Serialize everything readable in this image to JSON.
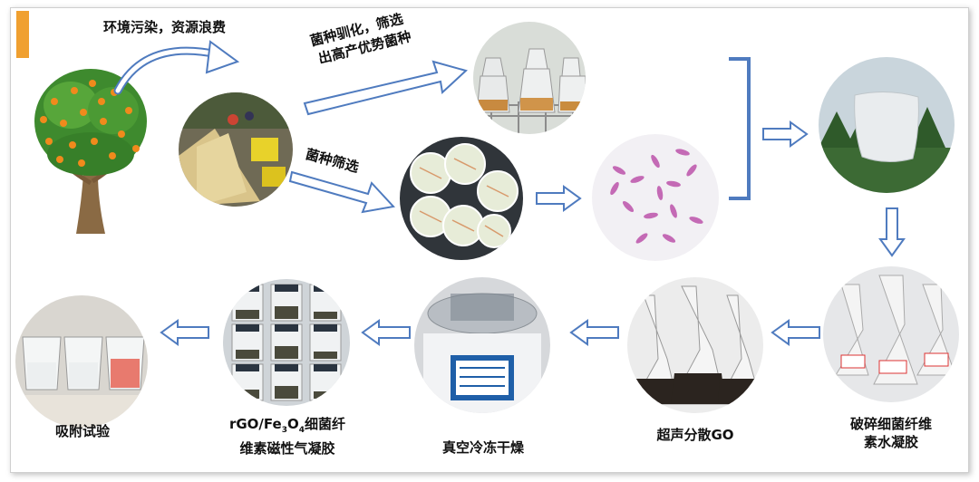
{
  "labels": {
    "pollution": "环境污染，资源浪费",
    "domestication_1": "菌种驯化，筛选",
    "domestication_2": "出高产优势菌种",
    "screening": "菌种筛选",
    "ultrasonic": "超声分散GO",
    "hydrogel_1": "破碎细菌纤维",
    "hydrogel_2": "素水凝胶",
    "freeze_drying": "真空冷冻干燥",
    "aerogel_rgo": "rGO/Fe",
    "aerogel_sub3": "3",
    "aerogel_o": "O",
    "aerogel_sub4": "4",
    "aerogel_tail": "细菌纤",
    "aerogel_2": "维素磁性气凝胶",
    "adsorption": "吸附试验"
  },
  "colors": {
    "accent": "#f0a030",
    "arrow_outline": "#4f7bbf",
    "bracket": "#4f7bbf"
  },
  "icons": [
    "orange-tree",
    "peel-waste",
    "culture-flasks",
    "petri-dishes",
    "micrograph",
    "cellulose-membrane",
    "hydrogel-flasks",
    "dispersion-flasks",
    "freeze-dryer",
    "aerogel-vials",
    "adsorption-beakers"
  ]
}
